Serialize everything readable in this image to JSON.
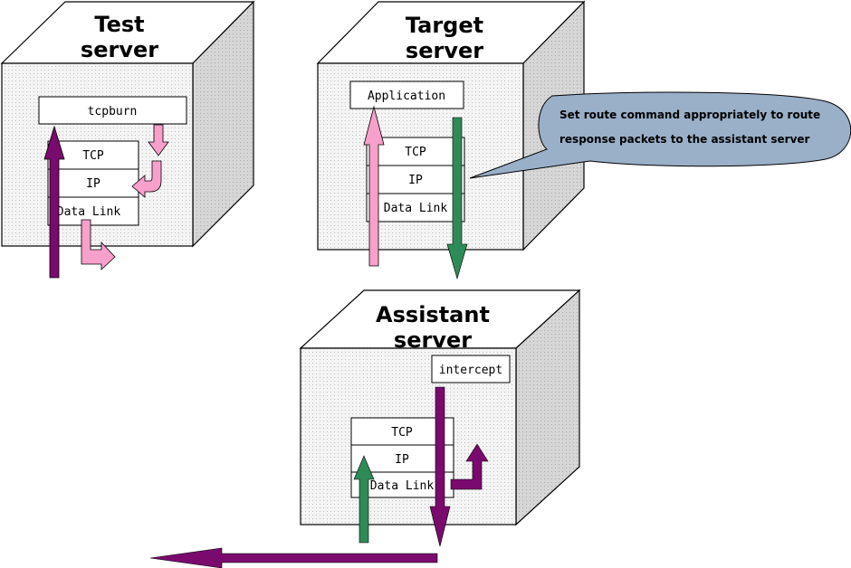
{
  "servers": {
    "test": {
      "title_line1": "Test",
      "title_line2": "server",
      "app_label": "tcpburn"
    },
    "target": {
      "title_line1": "Target",
      "title_line2": "server",
      "app_label": "Application"
    },
    "assistant": {
      "title_line1": "Assistant",
      "title_line2": "server",
      "app_label": "intercept"
    }
  },
  "stack": {
    "tcp": "TCP",
    "ip": "IP",
    "datalink": "Data Link"
  },
  "callout": {
    "line1": "Set route command appropriately to route",
    "line2": "response packets to the assistant server"
  },
  "colors": {
    "purple": "#7a0a6e",
    "pink": "#f7a0cc",
    "green": "#2e8b57",
    "callout_fill": "#9aafc8"
  }
}
